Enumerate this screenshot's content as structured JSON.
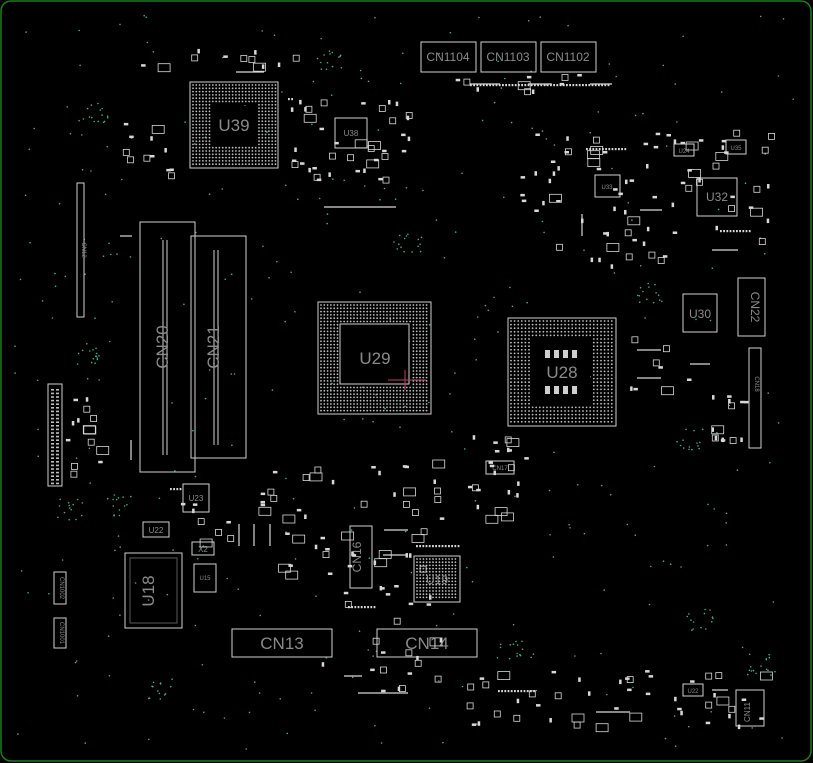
{
  "board": {
    "outline_color": "#1f7a1f",
    "silk_color": "#d8d8d8",
    "label_color": "#8a8a8a",
    "via_color": "#3fae8c"
  },
  "components": {
    "cn1104": "CN1104",
    "cn1103": "CN1103",
    "cn1102": "CN1102",
    "u39": "U39",
    "u38": "U38",
    "u33": "U33",
    "u32": "U32",
    "u24": "U24",
    "u35": "U35",
    "u29": "U29",
    "u28": "U28",
    "u30": "U30",
    "cn22": "CN22",
    "cn18": "CN18",
    "cn20": "CN20",
    "cn21": "CN21",
    "u23": "U23",
    "u22": "U22",
    "u18": "U18",
    "x2": "X2",
    "u15": "U15",
    "cn16": "CN16",
    "u19": "U19",
    "cn17": "CN17",
    "cn13": "CN13",
    "cn14": "CN14",
    "cn11": "CN11",
    "u22b": "U22",
    "cn12": "CN12",
    "cn1002": "CN1002",
    "cn1001": "CN1001"
  }
}
